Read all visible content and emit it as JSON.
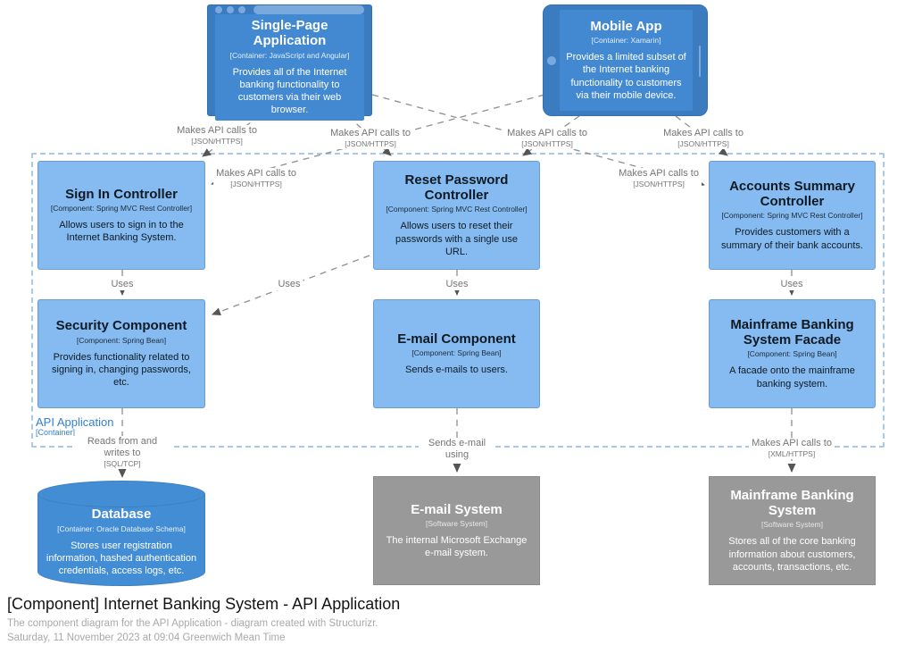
{
  "boundary": {
    "label": "API Application",
    "type": "[Container]"
  },
  "nodes": {
    "spa": {
      "title": "Single-Page Application",
      "meta": "[Container: JavaScript and Angular]",
      "desc": "Provides all of the Internet banking functionality to customers via their web browser."
    },
    "mobile": {
      "title": "Mobile App",
      "meta": "[Container: Xamarin]",
      "desc": "Provides a limited subset of the Internet banking functionality to customers via their mobile device."
    },
    "signin": {
      "title": "Sign In Controller",
      "meta": "[Component: Spring MVC Rest Controller]",
      "desc": "Allows users to sign in to the Internet Banking System."
    },
    "resetpwd": {
      "title": "Reset Password Controller",
      "meta": "[Component: Spring MVC Rest Controller]",
      "desc": "Allows users to reset their passwords with a single use URL."
    },
    "accounts": {
      "title": "Accounts Summary Controller",
      "meta": "[Component: Spring MVC Rest Controller]",
      "desc": "Provides customers with a summary of their bank accounts."
    },
    "security": {
      "title": "Security Component",
      "meta": "[Component: Spring Bean]",
      "desc": "Provides functionality related to signing in, changing passwords, etc."
    },
    "email_component": {
      "title": "E-mail Component",
      "meta": "[Component: Spring Bean]",
      "desc": "Sends e-mails to users."
    },
    "facade": {
      "title": "Mainframe Banking System Facade",
      "meta": "[Component: Spring Bean]",
      "desc": "A facade onto the mainframe banking system."
    },
    "database": {
      "title": "Database",
      "meta": "[Container: Oracle Database Schema]",
      "desc": "Stores user registration information, hashed authentication credentials, access logs, etc."
    },
    "email_system": {
      "title": "E-mail System",
      "meta": "[Software System]",
      "desc": "The internal Microsoft Exchange e-mail system."
    },
    "mainframe": {
      "title": "Mainframe Banking System",
      "meta": "[Software System]",
      "desc": "Stores all of the core banking information about customers, accounts, transactions, etc."
    }
  },
  "edges": {
    "makes_api_calls": "Makes API calls to",
    "json_https": "[JSON/HTTPS]",
    "xml_https": "[XML/HTTPS]",
    "uses": "Uses",
    "reads_writes": "Reads from and writes to",
    "sql_tcp": "[SQL/TCP]",
    "sends_email": "Sends e-mail using"
  },
  "footer": {
    "title": "[Component] Internet Banking System - API Application",
    "subtitle": "The component diagram for the API Application - diagram created with Structurizr.",
    "timestamp": "Saturday, 11 November 2023 at 09:04 Greenwich Mean Time"
  },
  "colors": {
    "container_blue": "#438dd5",
    "container_frame_blue": "#3a7cbf",
    "component_blue": "#85bbf0",
    "external_gray": "#999999",
    "edge_gray": "#8f8f8f",
    "boundary_dash_blue": "#a7c9ea",
    "boundary_label_blue": "#3282d3"
  }
}
